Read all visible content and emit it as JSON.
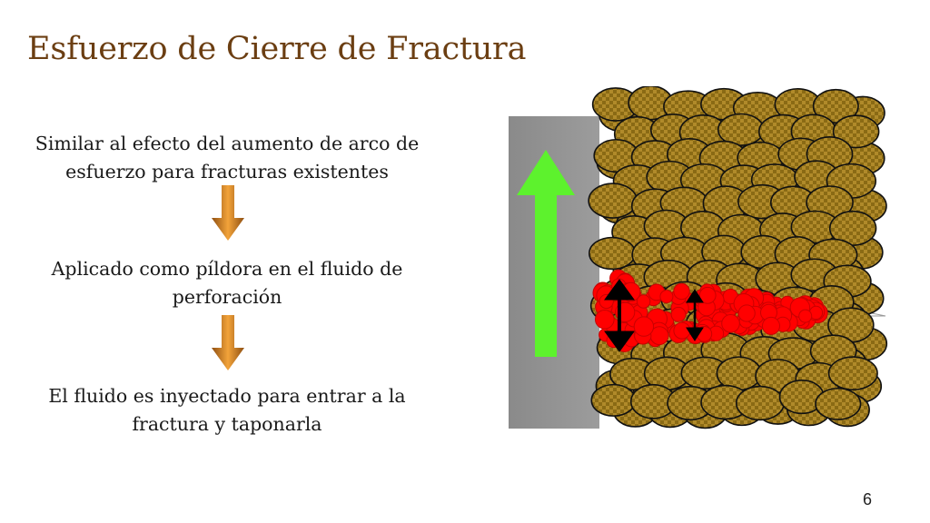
{
  "title": "Esfuerzo de Cierre de Fractura",
  "steps": [
    {
      "text": "Similar al efecto del aumento de arco de esfuerzo para fracturas existentes"
    },
    {
      "text": "Aplicado como píldora en el fluido de perforación"
    },
    {
      "text": "El fluido es inyectado para entrar a la fractura y taponarla"
    }
  ],
  "page_number": "6",
  "colors": {
    "title": "#6b3e12",
    "flow_arrow": "#f2a33a",
    "wellbore": "#8c8c8c",
    "rock_grain": "#8a6a14",
    "plug_particles": "#ff0000",
    "up_arrow": "#5df22d",
    "width_arrows": "#000000"
  },
  "icons": {
    "flow": "down-arrow-icon",
    "up": "up-arrow-icon",
    "width": "double-arrow-icon"
  }
}
